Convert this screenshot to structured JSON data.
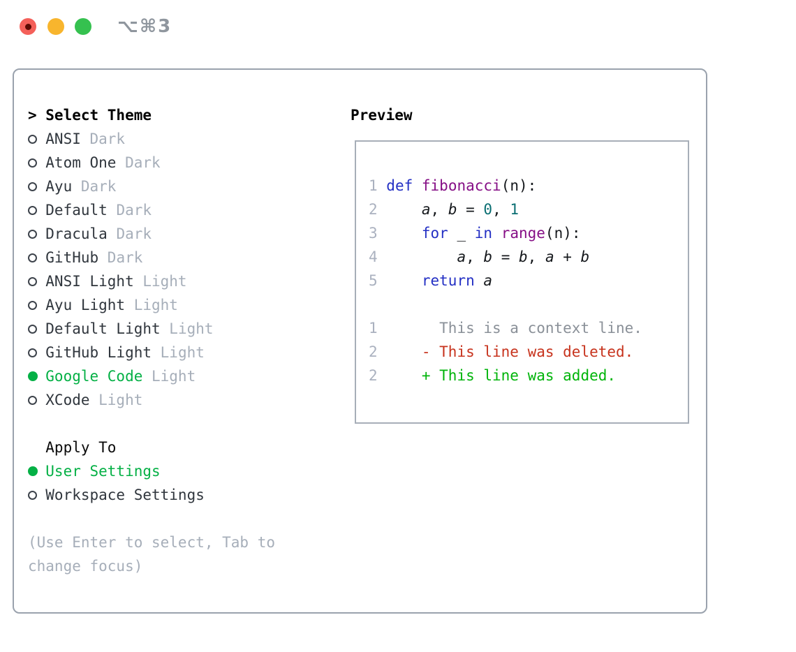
{
  "window": {
    "title": "⌥⌘3"
  },
  "theme_picker": {
    "prompt": ">",
    "heading": "Select Theme",
    "items": [
      {
        "name": "ANSI",
        "tag": "Dark",
        "selected": false
      },
      {
        "name": "Atom One",
        "tag": "Dark",
        "selected": false
      },
      {
        "name": "Ayu",
        "tag": "Dark",
        "selected": false
      },
      {
        "name": "Default",
        "tag": "Dark",
        "selected": false
      },
      {
        "name": "Dracula",
        "tag": "Dark",
        "selected": false
      },
      {
        "name": "GitHub",
        "tag": "Dark",
        "selected": false
      },
      {
        "name": "ANSI Light",
        "tag": "Light",
        "selected": false
      },
      {
        "name": "Ayu Light",
        "tag": "Light",
        "selected": false
      },
      {
        "name": "Default Light",
        "tag": "Light",
        "selected": false
      },
      {
        "name": "GitHub Light",
        "tag": "Light",
        "selected": false
      },
      {
        "name": "Google Code",
        "tag": "Light",
        "selected": true
      },
      {
        "name": "XCode",
        "tag": "Light",
        "selected": false
      }
    ],
    "apply_to": {
      "heading": "Apply To",
      "options": [
        {
          "name": "User Settings",
          "selected": true
        },
        {
          "name": "Workspace Settings",
          "selected": false
        }
      ]
    },
    "hint": "(Use Enter to select, Tab to change focus)"
  },
  "preview": {
    "heading": "Preview",
    "lines": [
      {
        "num": "1",
        "tokens": [
          [
            "kw",
            "def"
          ],
          [
            "pl",
            " "
          ],
          [
            "fn",
            "fibonacci"
          ],
          [
            "pl",
            "(n):"
          ]
        ]
      },
      {
        "num": "2",
        "tokens": [
          [
            "pl",
            "    "
          ],
          [
            "var",
            "a"
          ],
          [
            "pl",
            ", "
          ],
          [
            "var",
            "b"
          ],
          [
            "pl",
            " = "
          ],
          [
            "num",
            "0"
          ],
          [
            "pl",
            ", "
          ],
          [
            "num",
            "1"
          ]
        ]
      },
      {
        "num": "3",
        "tokens": [
          [
            "pl",
            "    "
          ],
          [
            "kw",
            "for"
          ],
          [
            "pl",
            " _ "
          ],
          [
            "kw",
            "in"
          ],
          [
            "pl",
            " "
          ],
          [
            "fn",
            "range"
          ],
          [
            "pl",
            "(n):"
          ]
        ]
      },
      {
        "num": "4",
        "tokens": [
          [
            "pl",
            "        "
          ],
          [
            "var",
            "a"
          ],
          [
            "pl",
            ", "
          ],
          [
            "var",
            "b"
          ],
          [
            "pl",
            " = "
          ],
          [
            "var",
            "b"
          ],
          [
            "pl",
            ", "
          ],
          [
            "var",
            "a"
          ],
          [
            "pl",
            " + "
          ],
          [
            "var",
            "b"
          ]
        ]
      },
      {
        "num": "5",
        "tokens": [
          [
            "pl",
            "    "
          ],
          [
            "kw",
            "return"
          ],
          [
            "pl",
            " "
          ],
          [
            "var",
            "a"
          ]
        ]
      },
      {
        "num": "",
        "tokens": []
      },
      {
        "num": "1",
        "tokens": [
          [
            "ctx",
            "      This is a context line."
          ]
        ]
      },
      {
        "num": "2",
        "tokens": [
          [
            "del",
            "    - This line was deleted."
          ]
        ]
      },
      {
        "num": "2",
        "tokens": [
          [
            "add",
            "    + This line was added."
          ]
        ]
      }
    ]
  },
  "colors": {
    "accent_green": "#04b045",
    "keyword": "#2430c4",
    "function": "#860f86",
    "number": "#0a6e72",
    "deleted": "#c7331d",
    "added": "#00b40a",
    "context": "#8a9098",
    "line_number": "#aab1bf",
    "text": "#30363d",
    "muted": "#a6aeb9",
    "border": "#9aa2ad",
    "title": "#8f969e",
    "light_red": "#f4605a",
    "light_yellow": "#f8b52d",
    "light_green": "#35c14f"
  }
}
